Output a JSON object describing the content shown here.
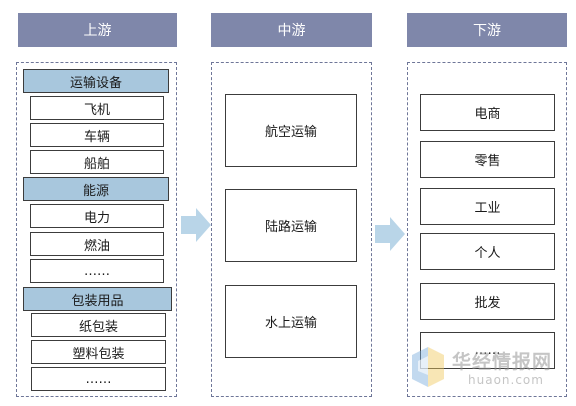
{
  "upstream": {
    "title": "上游",
    "groups": [
      {
        "label": "运输设备",
        "items": [
          "飞机",
          "车辆",
          "船舶"
        ]
      },
      {
        "label": "能源",
        "items": [
          "电力",
          "燃油",
          "……"
        ]
      },
      {
        "label": "包装用品",
        "items": [
          "纸包装",
          "塑料包装",
          "……"
        ]
      }
    ]
  },
  "midstream": {
    "title": "中游",
    "items": [
      "航空运输",
      "陆路运输",
      "水上运输"
    ]
  },
  "downstream": {
    "title": "下游",
    "items": [
      "电商",
      "零售",
      "工业",
      "个人",
      "批发",
      "……"
    ]
  },
  "watermark": {
    "name": "华经情报网",
    "url": "huaon.com"
  },
  "colors": {
    "header_fill": "#7f87aa",
    "group_fill": "#a8c7dd",
    "arrow_fill": "#b9d5e8",
    "dashed_border": "#6e7698"
  },
  "icons": {
    "flow_arrow": "right-arrow-icon",
    "watermark_logo": "huajing-logo-icon"
  }
}
